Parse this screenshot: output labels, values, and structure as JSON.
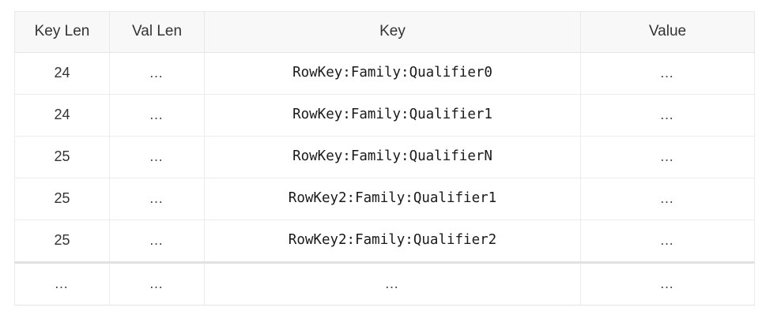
{
  "table": {
    "columns": [
      {
        "key": "key_len",
        "label": "Key Len",
        "align": "center"
      },
      {
        "key": "val_len",
        "label": "Val Len",
        "align": "center"
      },
      {
        "key": "key",
        "label": "Key",
        "align": "center"
      },
      {
        "key": "value",
        "label": "Value",
        "align": "center"
      }
    ],
    "rows": [
      {
        "key_len": "24",
        "val_len": "…",
        "key": "RowKey:Family:Qualifier0",
        "value": "…",
        "continuation": false
      },
      {
        "key_len": "24",
        "val_len": "…",
        "key": "RowKey:Family:Qualifier1",
        "value": "…",
        "continuation": false
      },
      {
        "key_len": "25",
        "val_len": "…",
        "key": "RowKey:Family:QualifierN",
        "value": "…",
        "continuation": false
      },
      {
        "key_len": "25",
        "val_len": "…",
        "key": "RowKey2:Family:Qualifier1",
        "value": "…",
        "continuation": false
      },
      {
        "key_len": "25",
        "val_len": "…",
        "key": "RowKey2:Family:Qualifier2",
        "value": "…",
        "continuation": false
      },
      {
        "key_len": "…",
        "val_len": "…",
        "key": "…",
        "value": "…",
        "continuation": true
      }
    ]
  },
  "colors": {
    "header_background": "#f8f8f8",
    "header_text": "#333333",
    "body_background": "#ffffff",
    "body_text": "#333333",
    "mono_text": "#1a1a1a",
    "border": "#ececec",
    "border_strong": "#e2e2e2",
    "page_background": "#ffffff"
  }
}
